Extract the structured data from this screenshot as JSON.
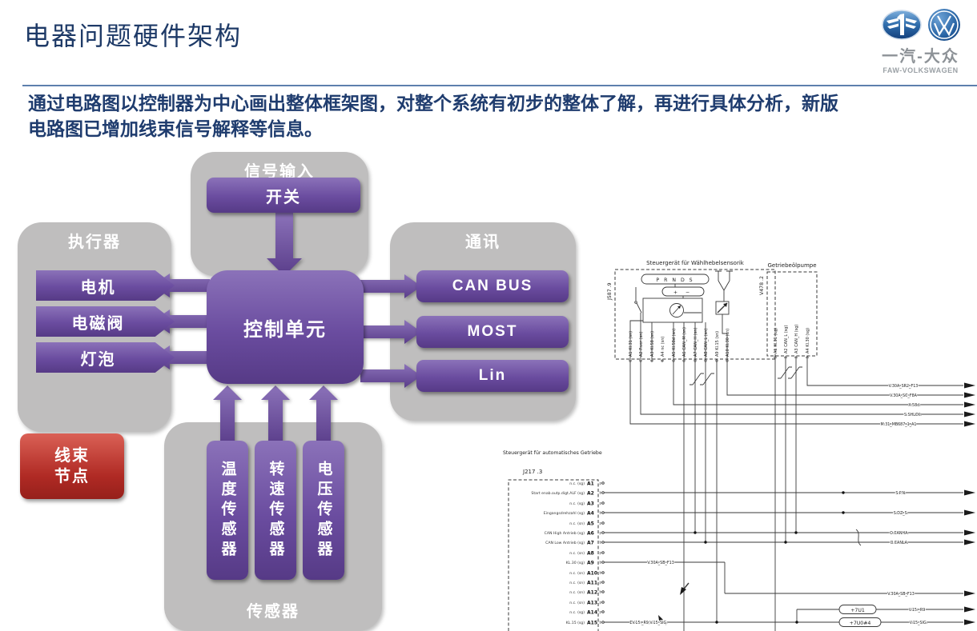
{
  "slide": {
    "title": "电器问题硬件架构",
    "intro_lines": [
      "通过电路图以控制器为中心画出整体框架图，对整个系统有初步的整体了解，再进行具体分析，新版",
      "电路图已增加线束信号解释等信息。"
    ]
  },
  "brand": {
    "name_cn": "一汽-大众",
    "name_en": "FAW-VOLKSWAGEN",
    "logo_color": "#1a4e8a"
  },
  "diagram": {
    "colors": {
      "purple": "#6a4c9f",
      "gray": "#bfbebe",
      "red": "#b02a24"
    },
    "signal_input": {
      "title": "信号输入",
      "items": [
        "开关"
      ]
    },
    "actuators": {
      "title": "执行器",
      "items": [
        "电机",
        "电磁阀",
        "灯泡"
      ]
    },
    "communication": {
      "title": "通讯",
      "items": [
        "CAN BUS",
        "MOST",
        "Lin"
      ]
    },
    "control_unit": "控制单元",
    "harness_node_lines": [
      "线束",
      "节点"
    ],
    "sensors": {
      "title": "传感器",
      "items": [
        "温度传感器",
        "转速传感器",
        "电压传感器"
      ]
    }
  },
  "schematic": {
    "module1": {
      "label": "Steuergerät für Wählhebelsensorik",
      "ref": "J587 .9",
      "display": "P R N D S",
      "polarity": "+    −",
      "pins": [
        "A1  Kl.31 (sn)",
        "A2  P.ver (sn)",
        "A3  Kl.58 (sn)",
        "A4  nc (sn)",
        "A5  Kl.58d (sn)",
        "A6  CAN_M (sn)",
        "A7  CAN_H (sn)",
        "A8  CAN_L (sn)",
        "A9  Kl.15 (sn)",
        "A10  Kl.30 (sn)"
      ]
    },
    "module2": {
      "label": "Getriebeölpumpe",
      "ref": "V478 .2",
      "pins": [
        "A1  Kl.31 (sg)",
        "A2  CAN_L (sg)",
        "A3  CAN_H (sg)",
        "A4  Kl.30 (sg)"
      ]
    },
    "module3": {
      "label": "Steuergerät für automatisches Getriebe",
      "ref": "J217 .3",
      "rows": [
        {
          "desc": "n.c. (sg)",
          "pin": "A1",
          "conn": "p"
        },
        {
          "desc": "Start enab.outp.digt.ALF (sg)",
          "pin": "A2",
          "conn": "b"
        },
        {
          "desc": "n.c. (sg)",
          "pin": "A3",
          "conn": "p"
        },
        {
          "desc": "Eingangsdrehzahl (sg)",
          "pin": "A4",
          "conn": "b"
        },
        {
          "desc": "n.c. (sn)",
          "pin": "A5",
          "conn": "p"
        },
        {
          "desc": "CAN High Antrieb (sg)",
          "pin": "A6",
          "conn": "p"
        },
        {
          "desc": "CAN Low Antrieb (sg)",
          "pin": "A7",
          "conn": "b"
        },
        {
          "desc": "n.c. (sn)",
          "pin": "A8",
          "conn": "p"
        },
        {
          "desc": "KL.30 (sg)",
          "pin": "A9",
          "conn": "b"
        },
        {
          "desc": "n.c. (sn)",
          "pin": "A10",
          "conn": "b"
        },
        {
          "desc": "n.c. (sn)",
          "pin": "A11",
          "conn": "p"
        },
        {
          "desc": "n.c. (sn)",
          "pin": "A12",
          "conn": "b"
        },
        {
          "desc": "n.c. (sn)",
          "pin": "A13",
          "conn": "p"
        },
        {
          "desc": "n.c. (sg)",
          "pin": "A14",
          "conn": "p"
        },
        {
          "desc": "KL.15 (sg)",
          "pin": "A15",
          "conn": "b"
        }
      ]
    },
    "top_signals": [
      "V.30A_SR2_F13",
      "V.30A_SC_F8A",
      "X.58d.",
      "S.SHLCK.",
      "M.31_MB687_1_A1"
    ],
    "mid_signals": [
      "S.P.N.",
      "S.DZ_S.",
      "O.CANHA.",
      "O.CANLA."
    ],
    "sb_f13": "V.30A_SB_F13",
    "a15_label": "ΣV.15._R9,V.15_SIG.",
    "conn1": "+7U1",
    "conn2": "+7U0#4",
    "r9": "V.15._R9",
    "sig15": "V.15_SIG."
  }
}
